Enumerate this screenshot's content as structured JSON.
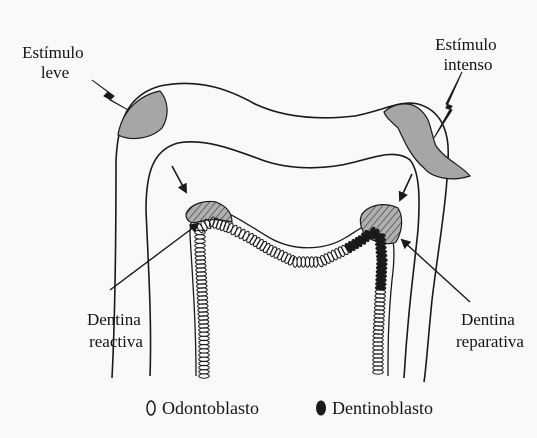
{
  "labels": {
    "mild_stimulus": [
      "Estímulo",
      "leve"
    ],
    "intense_stimulus": [
      "Estímulo",
      "intenso"
    ],
    "reactive_dentin": [
      "Dentina",
      "reactiva"
    ],
    "reparative_dentin": [
      "Dentina",
      "reparativa"
    ]
  },
  "legend": {
    "odontoblast": "Odontoblasto",
    "dentinoblast": "Dentinoblasto"
  },
  "colors": {
    "background": "#f9f9f7",
    "outline": "#1a1a1a",
    "stimulus_area_fill": "#a6a6a6",
    "new_dentin_fill": "#9a9a9a"
  },
  "icons": {
    "stimulus": "lightning-bolt-icon",
    "odontoblast": "open-oval-icon",
    "dentinoblast": "filled-oval-icon"
  }
}
